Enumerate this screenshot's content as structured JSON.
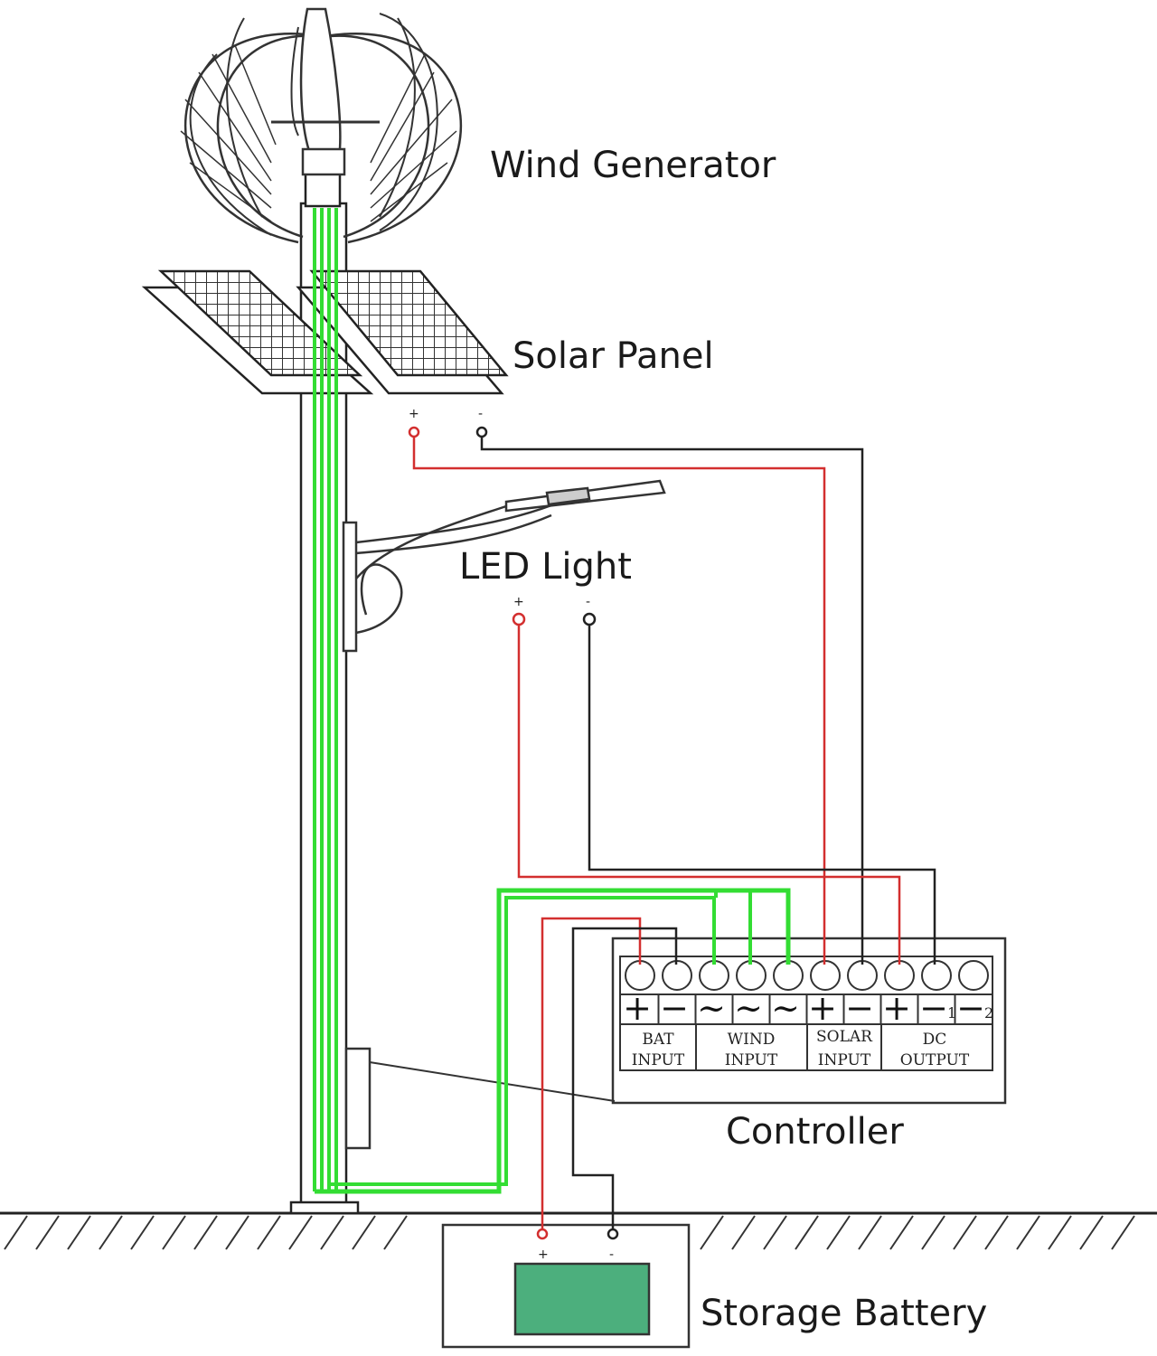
{
  "labels": {
    "wind_generator": "Wind Generator",
    "solar_panel": "Solar Panel",
    "led_light": "LED Light",
    "controller": "Controller",
    "storage_battery": "Storage Battery"
  },
  "polarity": {
    "plus": "+",
    "minus": "-"
  },
  "controller": {
    "terminal_signs": [
      "+",
      "−",
      "~",
      "~",
      "~",
      "+",
      "−",
      "+",
      "−",
      "−"
    ],
    "terminal_subscripts": [
      "",
      "",
      "",
      "",
      "",
      "",
      "",
      "",
      "1",
      "2"
    ],
    "sections": [
      {
        "line1": "BAT",
        "line2": "INPUT"
      },
      {
        "line1": "WIND",
        "line2": "INPUT"
      },
      {
        "line1": "SOLAR",
        "line2": "INPUT"
      },
      {
        "line1": "DC",
        "line2": "OUTPUT"
      }
    ]
  },
  "colors": {
    "positive_wire": "#d32f2f",
    "negative_wire": "#222222",
    "wind_wire": "#33dd33",
    "battery_fill": "#4caf7d"
  }
}
